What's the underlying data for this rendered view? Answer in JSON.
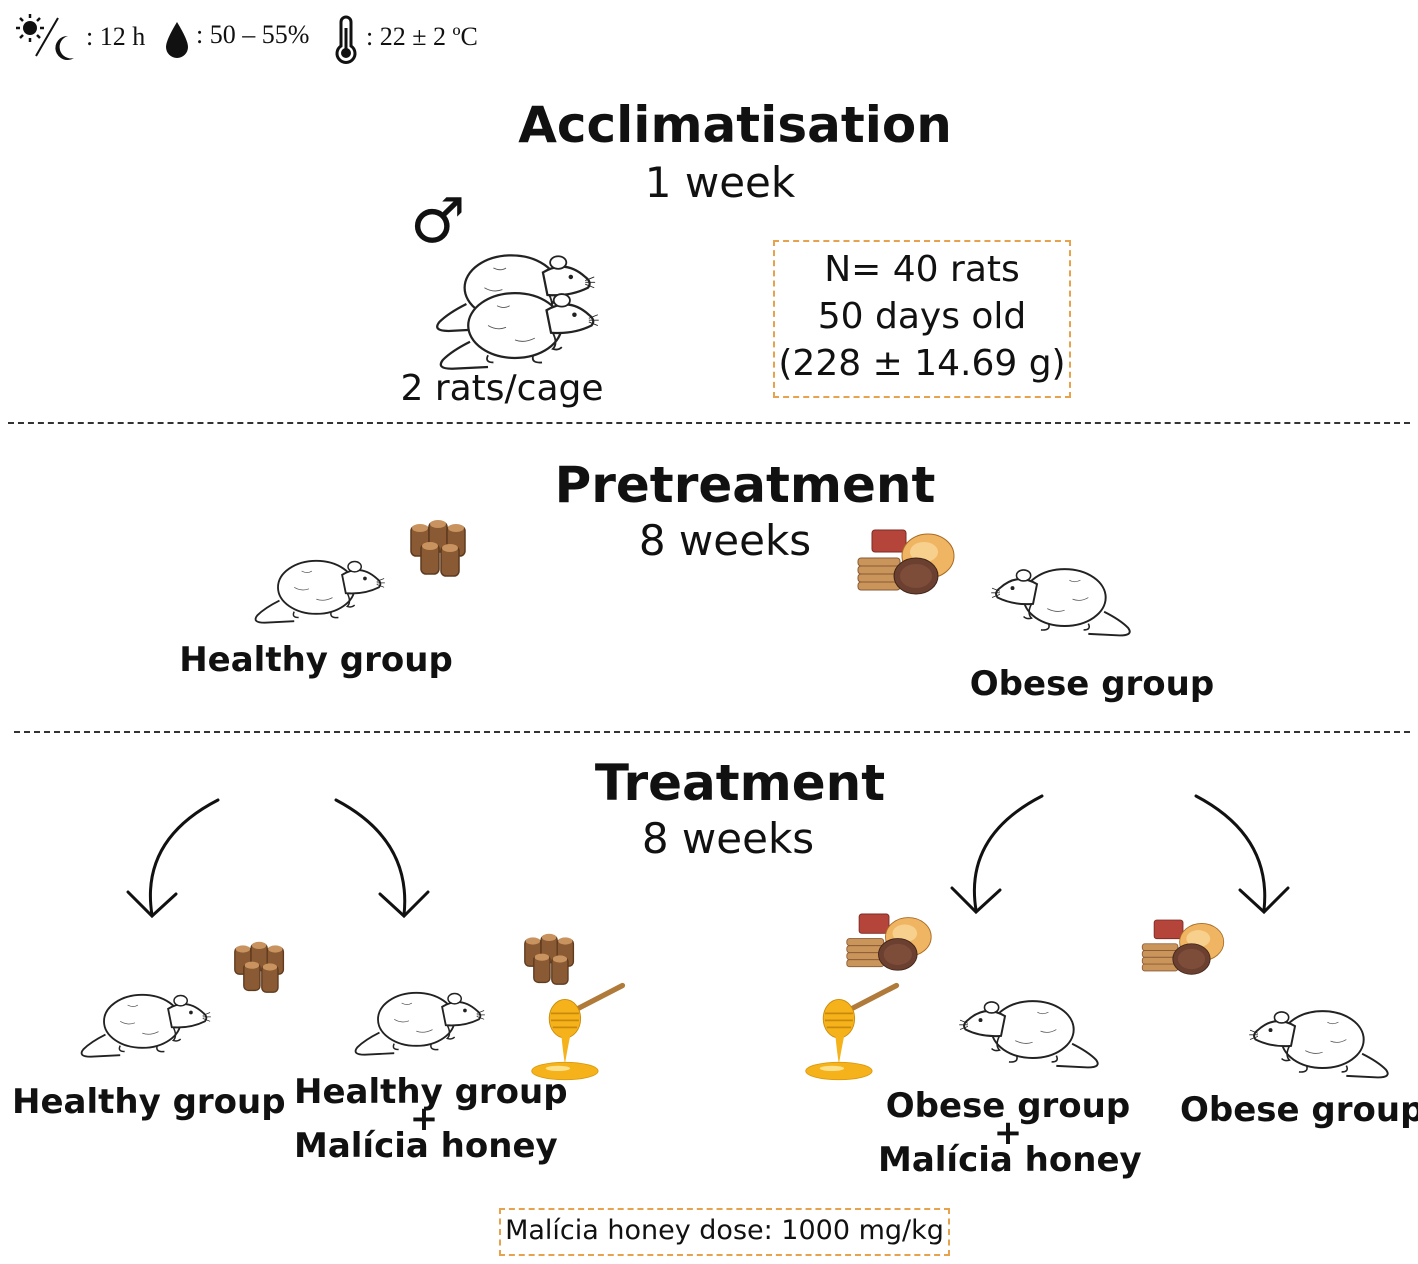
{
  "conditions": {
    "light": ": 12 h",
    "humidity": ": 50 – 55%",
    "temperature": ": 22 ± 2 ºC"
  },
  "acclimatisation": {
    "title": "Acclimatisation",
    "duration": "1 week",
    "sex_symbol": "♂",
    "housing": "2 rats/cage",
    "info": [
      "N= 40 rats",
      "50 days old",
      "(228 ± 14.69 g)"
    ]
  },
  "pretreatment": {
    "title": "Pretreatment",
    "duration": "8 weeks",
    "healthy": "Healthy group",
    "obese": "Obese group"
  },
  "treatment": {
    "title": "Treatment",
    "duration": "8 weeks",
    "healthy": "Healthy group",
    "healthy_honey": [
      "Healthy group",
      "+",
      "Malícia honey"
    ],
    "obese_honey": [
      "Obese group",
      "+",
      "Malícia honey"
    ],
    "obese": "Obese group"
  },
  "dose": "Malícia honey dose: 1000 mg/kg",
  "colors": {
    "dash_box": "#e6a24c",
    "chow": "#8a5a34",
    "honey": "#f5b21a",
    "meat": "#b5453a"
  }
}
